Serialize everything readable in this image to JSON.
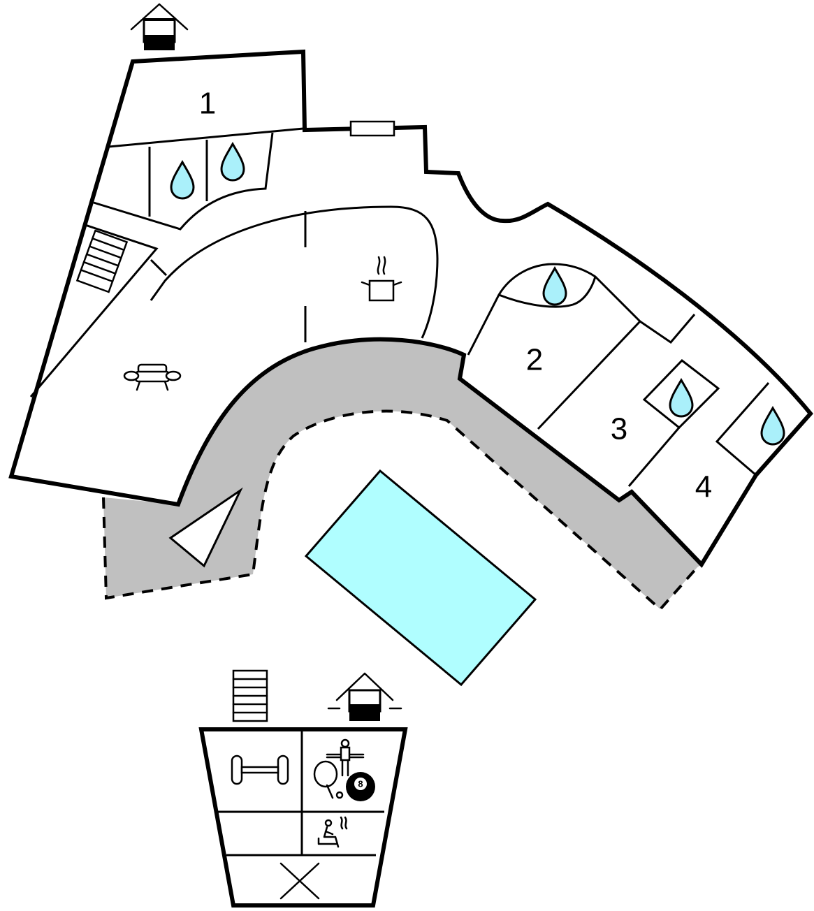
{
  "colors": {
    "wall": "#000000",
    "terrace": "#c0c0c0",
    "pool": "#b0feff",
    "water": "#aaf0fa",
    "games_room": "#bffeb5",
    "floor": "#ffffff"
  },
  "rooms": {
    "bedroom_1": "1",
    "bedroom_2": "2",
    "bedroom_3": "3",
    "bedroom_4": "4"
  },
  "pool_table": {
    "ball_number": "8"
  },
  "icons": [
    "house-icon",
    "water-drop-icon",
    "stairs-icon",
    "cooking-pot-icon",
    "sofa-icon",
    "dumbbell-icon",
    "foosball-icon",
    "table-tennis-icon",
    "billiard-ball-icon",
    "sauna-icon",
    "window-icon"
  ]
}
